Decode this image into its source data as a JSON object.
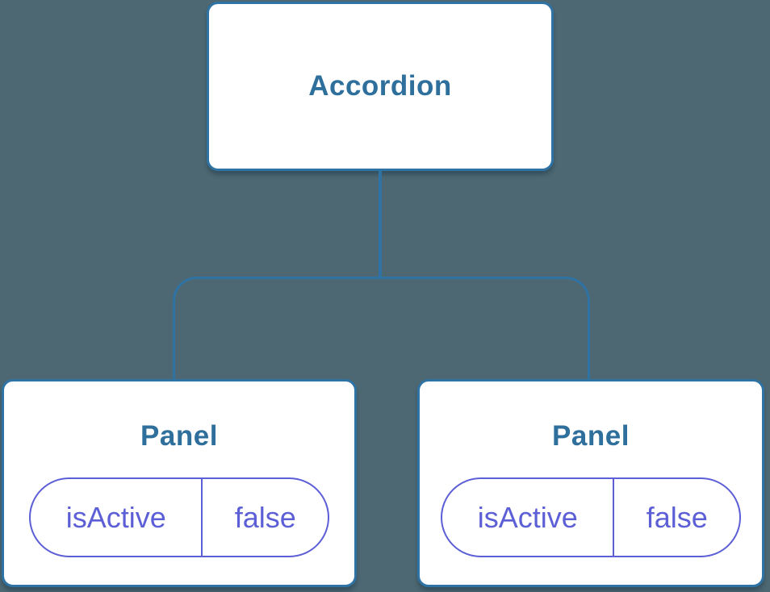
{
  "diagram": {
    "root": {
      "label": "Accordion"
    },
    "children": [
      {
        "label": "Panel",
        "props": [
          {
            "name": "isActive",
            "value": "false"
          }
        ]
      },
      {
        "label": "Panel",
        "props": [
          {
            "name": "isActive",
            "value": "false"
          }
        ]
      }
    ],
    "colors": {
      "background": "#4d6872",
      "connector": "#2f73a4",
      "node_border": "#2f73a4",
      "node_fill": "#ffffff",
      "node_label": "#2e6f9c",
      "prop_accent": "#5c5fd6"
    }
  }
}
